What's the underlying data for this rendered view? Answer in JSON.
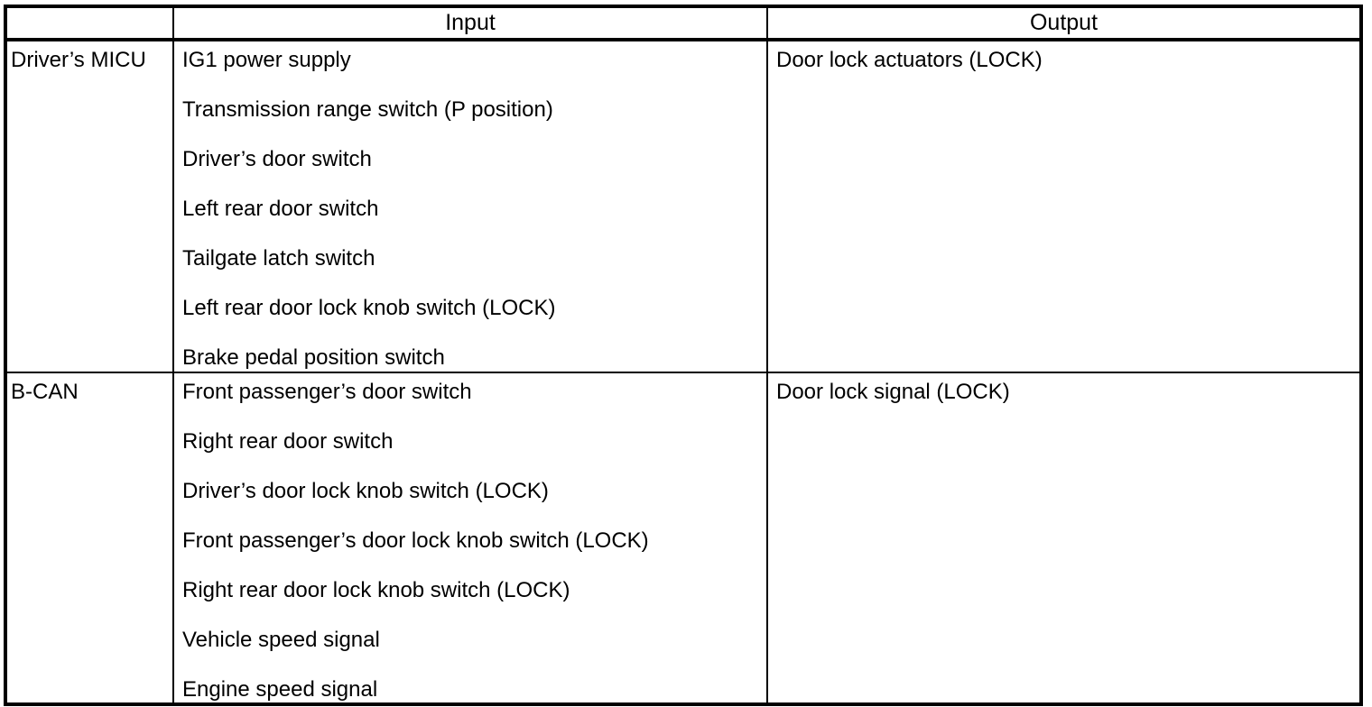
{
  "table": {
    "headers": {
      "corner": "",
      "input": "Input",
      "output": "Output"
    },
    "sections": [
      {
        "category": "Driver’s MICU",
        "inputs": [
          "IG1 power supply",
          "Transmission range switch (P position)",
          "Driver’s door switch",
          "Left rear door switch",
          "Tailgate latch switch",
          "Left rear door lock knob switch (LOCK)",
          "Brake pedal position switch"
        ],
        "outputs": [
          "Door lock actuators (LOCK)"
        ]
      },
      {
        "category": "B-CAN",
        "inputs": [
          "Front passenger’s door switch",
          "Right rear door switch",
          "Driver’s door lock knob switch (LOCK)",
          "Front passenger’s door lock knob switch (LOCK)",
          "Right rear door lock knob switch (LOCK)",
          "Vehicle speed signal",
          "Engine speed signal"
        ],
        "outputs": [
          "Door lock signal (LOCK)"
        ]
      }
    ]
  },
  "colors": {
    "border": "#000000",
    "text": "#000000",
    "background": "#ffffff"
  }
}
